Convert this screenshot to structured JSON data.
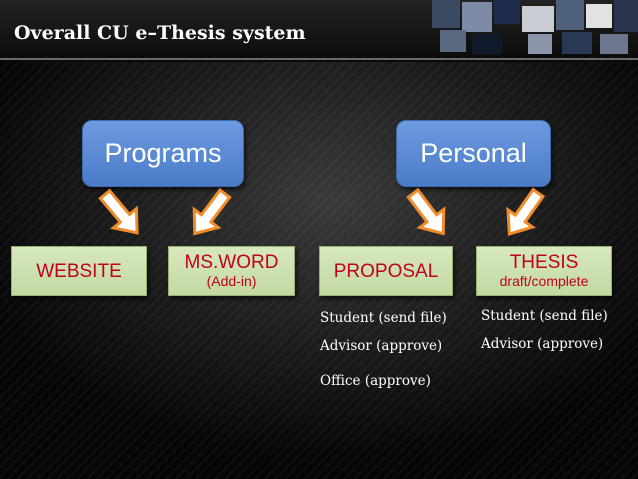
{
  "slide": {
    "title": "Overall CU e–Thesis system"
  },
  "diagram": {
    "top_boxes": {
      "programs": "Programs",
      "personal": "Personal"
    },
    "bottom_boxes": {
      "website": "WEBSITE",
      "msword_main": "MS.WORD",
      "msword_sub": "(Add-in)",
      "proposal": "PROPOSAL",
      "thesis_main": "THESIS",
      "thesis_sub": "draft/complete"
    },
    "proposal_steps": [
      "Student  (send file)",
      "Advisor  (approve)",
      "Office  (approve)"
    ],
    "thesis_steps": [
      "Student  (send file)",
      "Advisor  (approve)"
    ]
  },
  "colors": {
    "blue_box": "#5b8bd6",
    "green_box": "#cde0b1",
    "box_text_red": "#c0001f",
    "arrow_fill": "#ffffff",
    "arrow_stroke": "#f08d2a"
  }
}
